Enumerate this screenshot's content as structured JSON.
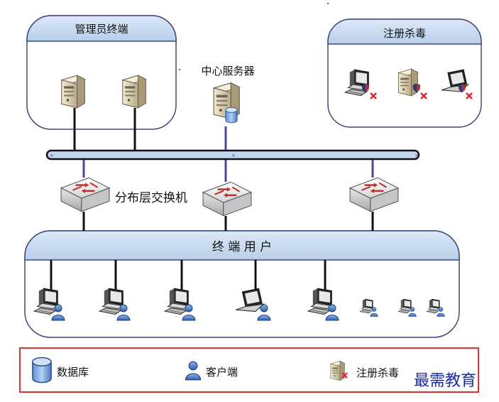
{
  "groups": {
    "admin": {
      "title": "管理员终端"
    },
    "antivirus": {
      "title": "注册杀毒"
    },
    "users": {
      "title": "终 端 用 户"
    }
  },
  "labels": {
    "center_server": "中心服务器",
    "switch_layer": "分布层交换机"
  },
  "legend": {
    "database": "数据库",
    "client": "客户端",
    "antivirus": "注册杀毒"
  },
  "watermark": "最需教育",
  "colors": {
    "group_header": "#c9dcf2",
    "group_border": "#3d4a7a",
    "bus_fill": "#c4d7ef",
    "bus_border": "#111111",
    "legend_border": "#e0302a",
    "red_x": "#d9252b",
    "watermark": "#1a2aa0"
  }
}
